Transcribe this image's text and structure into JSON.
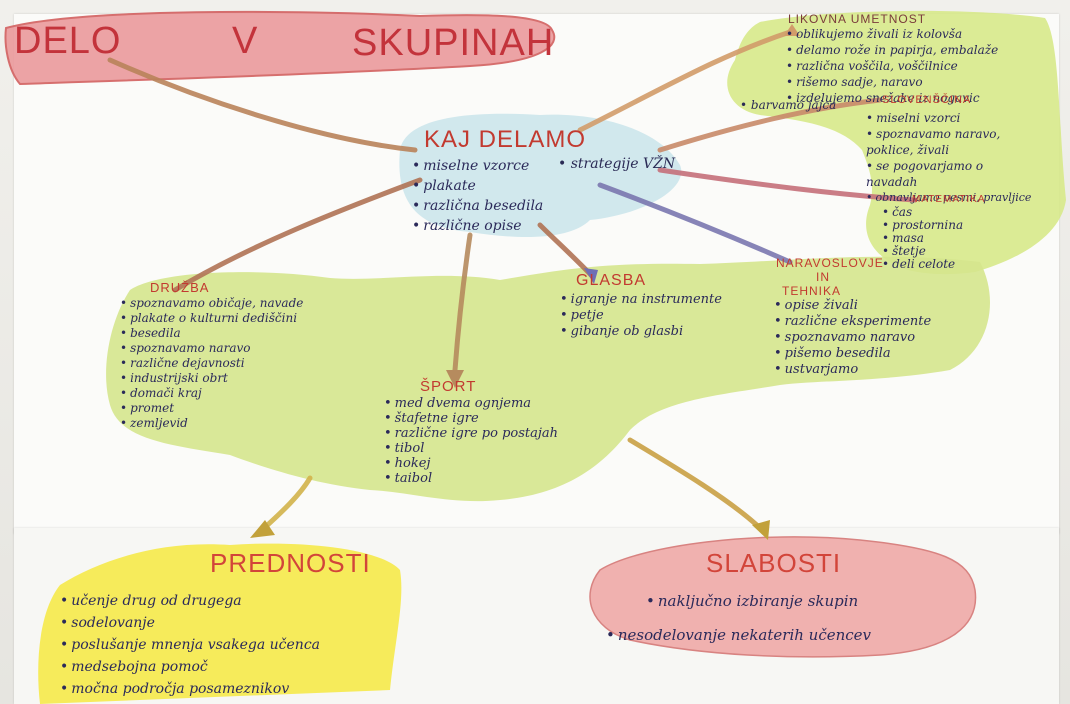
{
  "title": {
    "w1": "DELO",
    "w2": "V",
    "w3": "SKUPINAH"
  },
  "center": {
    "title": "KAJ DELAMO",
    "items": [
      "miselne vzorce",
      "plakate",
      "različna besedila",
      "različne opise"
    ],
    "extra": "strategije VŽN"
  },
  "likovna": {
    "title": "LIKOVNA UMETNOST",
    "items": [
      "oblikujemo živali iz kolovša",
      "delamo rože in papirja, embalaže",
      "različna voščila, voščilnice",
      "rišemo sadje, naravo",
      "izdelujemo snežake iz nogavic"
    ],
    "extra": "barvamo jajca"
  },
  "slovenscina": {
    "title": "SLOVENŠČINA",
    "items": [
      "miselni vzorci",
      "spoznavamo naravo, poklice, živali",
      "se pogovarjamo o navadah",
      "obnavljamo pesmi, pravljice"
    ]
  },
  "matematika": {
    "title": "MATEMATIKA",
    "items": [
      "čas",
      "prostornina",
      "masa",
      "štetje",
      "deli celote"
    ]
  },
  "druzba": {
    "title": "DRUŽBA",
    "items": [
      "spoznavamo običaje, navade",
      "plakate o kulturni dediščini",
      "besedila",
      "spoznavamo naravo",
      "različne dejavnosti",
      "industrijski obrt",
      "domači kraj",
      "promet",
      "zemljevid"
    ]
  },
  "glasba": {
    "title": "GLASBA",
    "items": [
      "igranje na instrumente",
      "petje",
      "gibanje ob glasbi"
    ]
  },
  "narava": {
    "title1": "NARAVOSLOVJE",
    "title2": "IN",
    "title3": "TEHNIKA",
    "items": [
      "opise živali",
      "različne eksperimente",
      "spoznavamo naravo",
      "pišemo besedila",
      "ustvarjamo"
    ]
  },
  "sport": {
    "title": "ŠPORT",
    "items": [
      "med dvema ognjema",
      "štafetne igre",
      "različne igre po postajah",
      "tibol",
      "hokej",
      "taibol"
    ]
  },
  "prednosti": {
    "title": "PREDNOSTI",
    "items": [
      "učenje drug od drugega",
      "sodelovanje",
      "poslušanje mnenja vsakega učenca",
      "medsebojna pomoč",
      "močna področja posameznikov"
    ]
  },
  "slabosti": {
    "title": "SLABOSTI",
    "items": [
      "naključno izbiranje skupin",
      "nesodelovanje nekaterih učencev"
    ]
  },
  "colors": {
    "green": "#d9e88e",
    "pink": "#efaaa8",
    "yellow": "#f4ea4e",
    "blue": "#cfe7ec",
    "ink": "#2b2a5a",
    "red": "#c23a30"
  }
}
